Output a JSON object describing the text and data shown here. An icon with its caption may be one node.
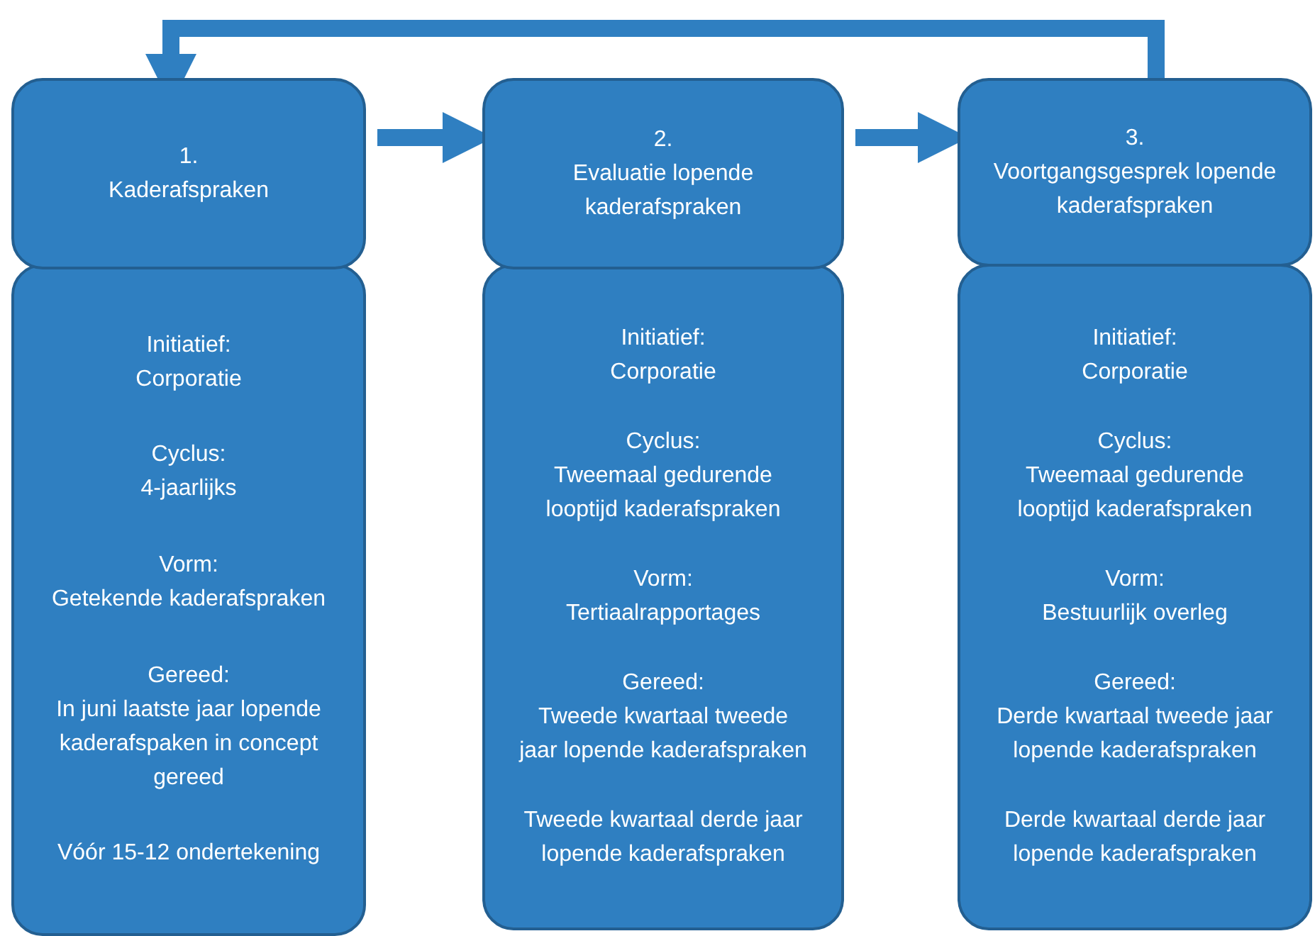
{
  "diagram": {
    "nodes": [
      {
        "text": [
          "1.",
          "Kaderafspraken"
        ]
      },
      {
        "text": [
          "Initiatief: Corporatie",
          "Cyclus: 4-jaarlijks",
          "Vorm: Getekende kaderafspraken",
          "Gereed: In juni laatste jaar lopende kaderafspaken in concept gereed",
          "Vóór 15-12 ondertekening"
        ]
      },
      {
        "text": [
          "2.",
          "Evaluatie lopende kaderafspraken"
        ]
      },
      {
        "text": [
          "Initiatief: Corporatie",
          "Cyclus: Tweemaal gedurende looptijd kaderafspraken",
          "Vorm: Tertiaalrapportages",
          "Gereed: Tweede kwartaal tweede jaar lopende kaderafspraken",
          "Tweede kwartaal derde jaar lopende kaderafspraken"
        ]
      },
      {
        "text": [
          "3.",
          "Voortgangsgesprek lopende kaderafspraken"
        ]
      },
      {
        "text": [
          "Initiatief: Corporatie",
          "Cyclus: Tweemaal gedurende looptijd kaderafspraken",
          "Vorm: Bestuurlijk overleg",
          "Gereed: Derde kwartaal tweede jaar lopende kaderafspraken",
          "Derde kwartaal derde jaar lopende kaderafspraken"
        ]
      }
    ],
    "edges": [
      {
        "from": 0,
        "to": 2,
        "arrow": "to"
      },
      {
        "from": 2,
        "to": 4,
        "arrow": "to"
      },
      {
        "from": 4,
        "to": 0,
        "arrow": "to"
      }
    ]
  }
}
